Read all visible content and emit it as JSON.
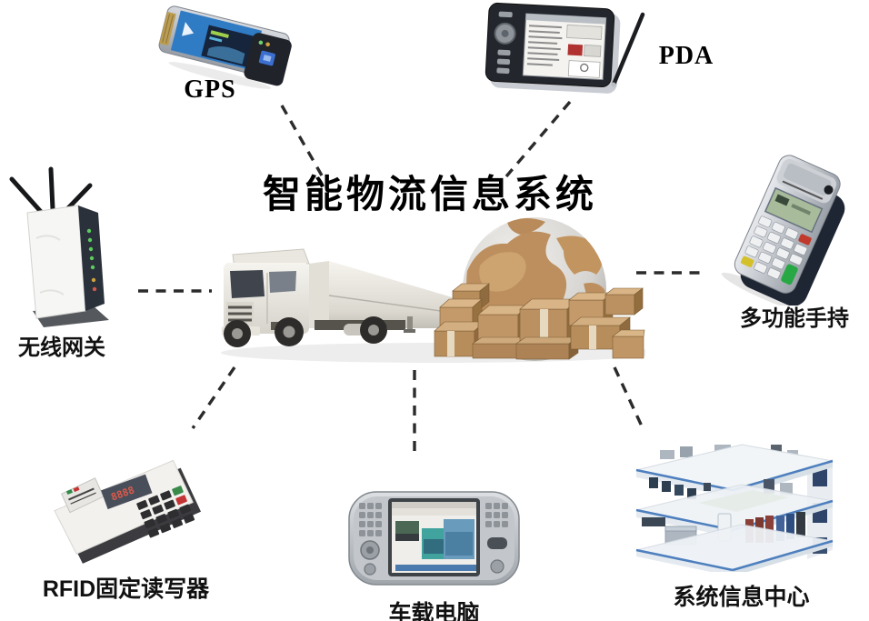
{
  "title": "智能物流信息系统",
  "nodes": {
    "gps": {
      "label": "GPS"
    },
    "pda": {
      "label": "PDA"
    },
    "wireless_gateway": {
      "label": "无线网关"
    },
    "multifunction_handheld": {
      "label": "多功能手持"
    },
    "rfid_fixed_reader": {
      "label": "RFID固定读写器"
    },
    "vehicle_computer": {
      "label": "车载电脑"
    },
    "system_info_center": {
      "label": "系统信息中心"
    }
  },
  "colors": {
    "background": "#ffffff",
    "title_text": "#000000",
    "connector_line": "#2b2b2b",
    "globe_land": "#bd8f5e",
    "globe_ocean": "#d9d8d5",
    "carton_box": "#b78d5c",
    "truck_body": "#efede6"
  }
}
